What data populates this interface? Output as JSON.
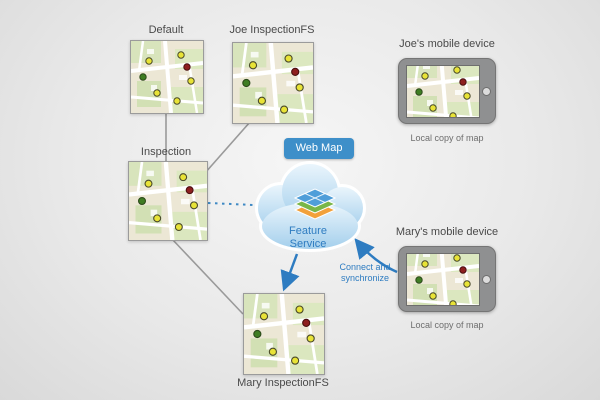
{
  "diagram": {
    "maps": {
      "default": {
        "label": "Default"
      },
      "joe_fs": {
        "label": "Joe InspectionFS"
      },
      "inspection": {
        "label": "Inspection"
      },
      "mary_fs": {
        "label": "Mary InspectionFS"
      }
    },
    "web_map": {
      "label": "Web Map"
    },
    "feature_service": {
      "label": "Feature Service"
    },
    "devices": {
      "joe": {
        "title": "Joe's mobile device",
        "caption": "Local copy of map"
      },
      "mary": {
        "title": "Mary's mobile device",
        "caption": "Local copy of map"
      }
    },
    "sync_label": "Connect and synchronize",
    "colors": {
      "accent_blue": "#2e7cc1",
      "badge_blue": "#3e8fc9",
      "connector_gray": "#9a9a9a"
    }
  }
}
